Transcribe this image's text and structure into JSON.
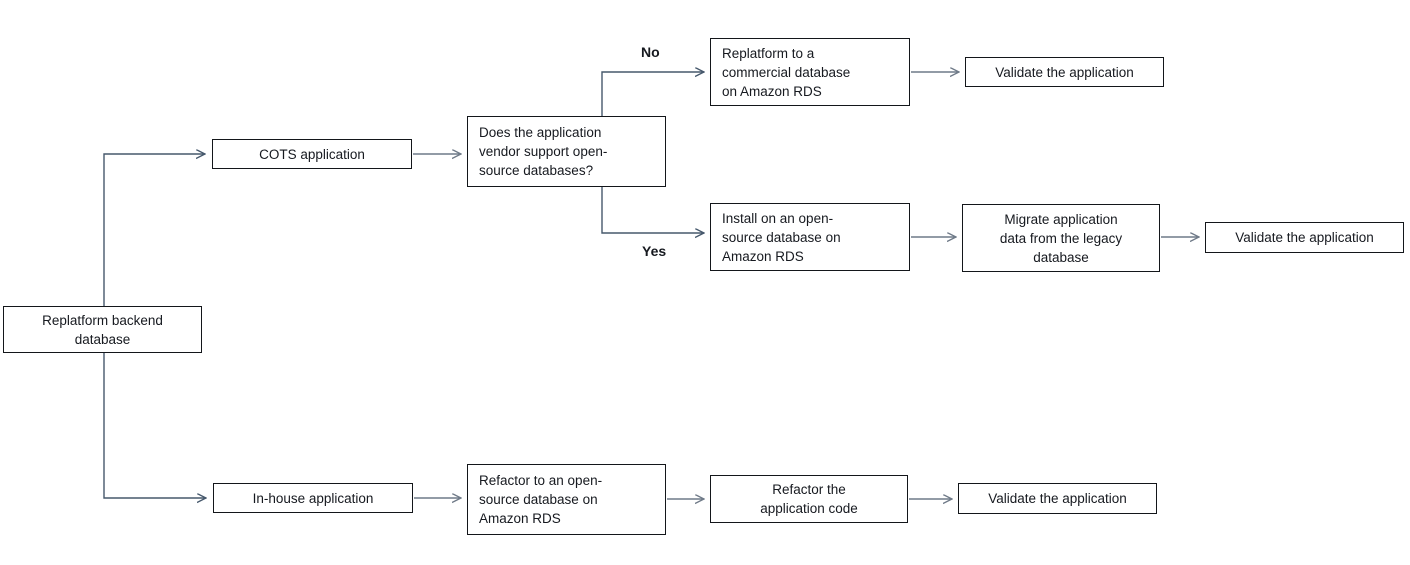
{
  "diagram": {
    "type": "flowchart",
    "nodes": {
      "root": {
        "label": "Replatform backend\ndatabase"
      },
      "cots": {
        "label": "COTS application"
      },
      "decision_vendor_support": {
        "label": "Does the application\nvendor support open-\nsource databases?"
      },
      "replatform_commercial": {
        "label": "Replatform to a\ncommercial database\non Amazon RDS"
      },
      "validate_commercial": {
        "label": "Validate the application"
      },
      "install_open_source": {
        "label": "Install on an open-\nsource database on\nAmazon RDS"
      },
      "migrate_data": {
        "label": "Migrate application\ndata from the legacy\ndatabase"
      },
      "validate_open_source": {
        "label": "Validate the application"
      },
      "in_house": {
        "label": "In-house application"
      },
      "refactor_db": {
        "label": "Refactor to an open-\nsource database on\nAmazon RDS"
      },
      "refactor_code": {
        "label": "Refactor the\napplication code"
      },
      "validate_in_house": {
        "label": "Validate the application"
      }
    },
    "edge_labels": {
      "no": "No",
      "yes": "Yes"
    },
    "colors": {
      "elbow_connector": "#46586c",
      "straight_arrow": "#6f7a88",
      "box_border": "#13161a",
      "text": "#16191f",
      "background": "#ffffff"
    }
  }
}
